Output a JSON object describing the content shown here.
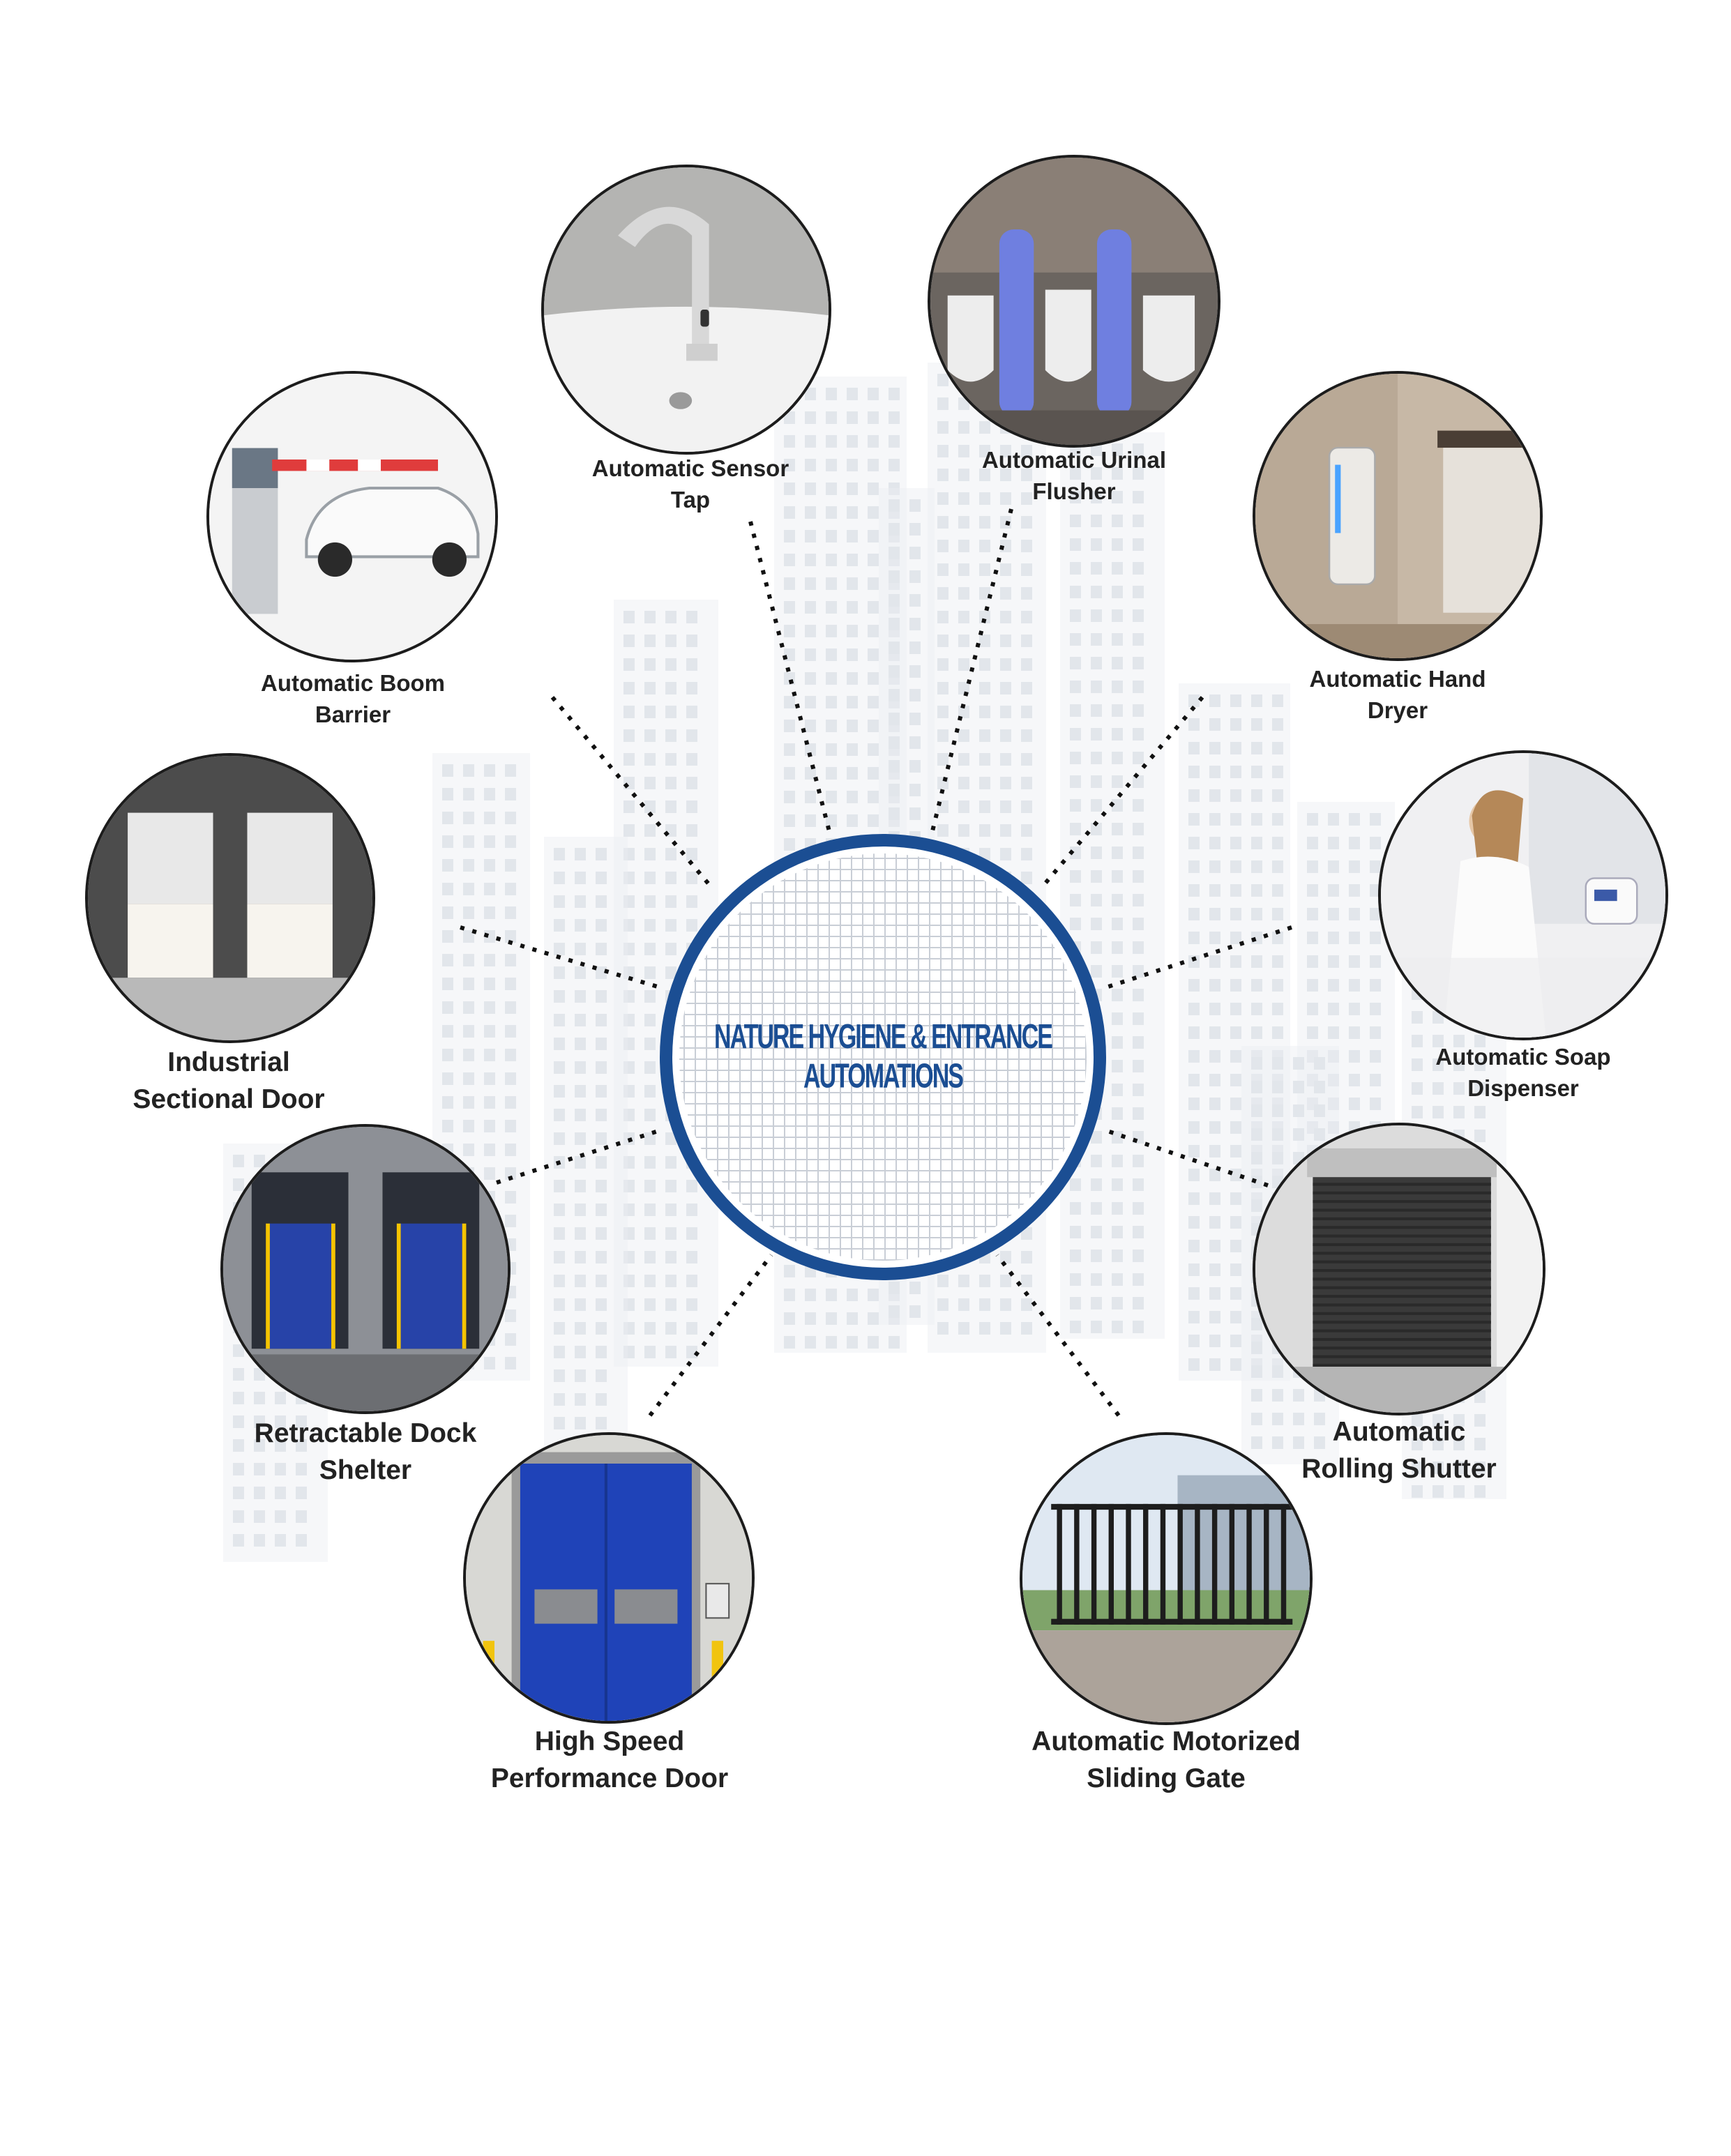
{
  "center": {
    "title": "NATURE HYGIENE & ENTRANCE AUTOMATIONS"
  },
  "products": {
    "sensor_tap": {
      "line1": "Automatic Sensor",
      "line2": "Tap",
      "icon": "sensor-tap-photo"
    },
    "urinal_flusher": {
      "line1": "Automatic Urinal",
      "line2": "Flusher",
      "icon": "urinal-flusher-photo"
    },
    "boom_barrier": {
      "line1": "Automatic Boom",
      "line2": "Barrier",
      "icon": "boom-barrier-photo"
    },
    "hand_dryer": {
      "line1": "Automatic Hand",
      "line2": "Dryer",
      "icon": "hand-dryer-photo"
    },
    "sectional_door": {
      "line1": "Industrial",
      "line2": "Sectional Door",
      "icon": "sectional-door-photo"
    },
    "soap_dispenser": {
      "line1": "Automatic Soap",
      "line2": "Dispenser",
      "icon": "soap-dispenser-photo"
    },
    "dock_shelter": {
      "line1": "Retractable Dock",
      "line2": "Shelter",
      "icon": "dock-shelter-photo"
    },
    "rolling_shutter": {
      "line1": "Automatic",
      "line2": "Rolling Shutter",
      "icon": "rolling-shutter-photo"
    },
    "high_speed_door": {
      "line1": "High Speed",
      "line2": "Performance Door",
      "icon": "high-speed-door-photo"
    },
    "sliding_gate": {
      "line1": "Automatic Motorized",
      "line2": "Sliding Gate",
      "icon": "sliding-gate-photo"
    }
  },
  "colors": {
    "brand_blue": "#1b4e93",
    "label_text": "#222222",
    "connector": "#111111"
  }
}
